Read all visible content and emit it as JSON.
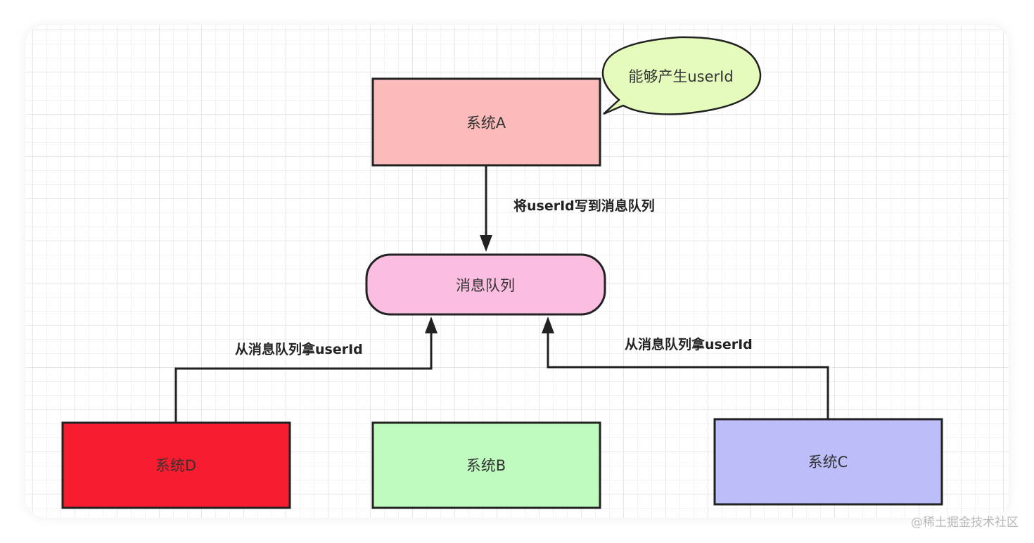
{
  "nodes": {
    "system_a": "系统A",
    "queue": "消息队列",
    "system_d": "系统D",
    "system_b": "系统B",
    "system_c": "系统C"
  },
  "callout": "能够产生userId",
  "edges": {
    "a_to_queue": "将userId写到消息队列",
    "d_to_queue": "从消息队列拿userId",
    "c_to_queue": "从消息队列拿userId"
  },
  "colors": {
    "system_a": "#fbbbbb",
    "queue": "#fbbde0",
    "system_d": "#f71c2e",
    "system_b": "#bffbbf",
    "system_c": "#bdbdf9",
    "callout": "#e4fbbc"
  },
  "watermark": "@稀土掘金技术社区"
}
